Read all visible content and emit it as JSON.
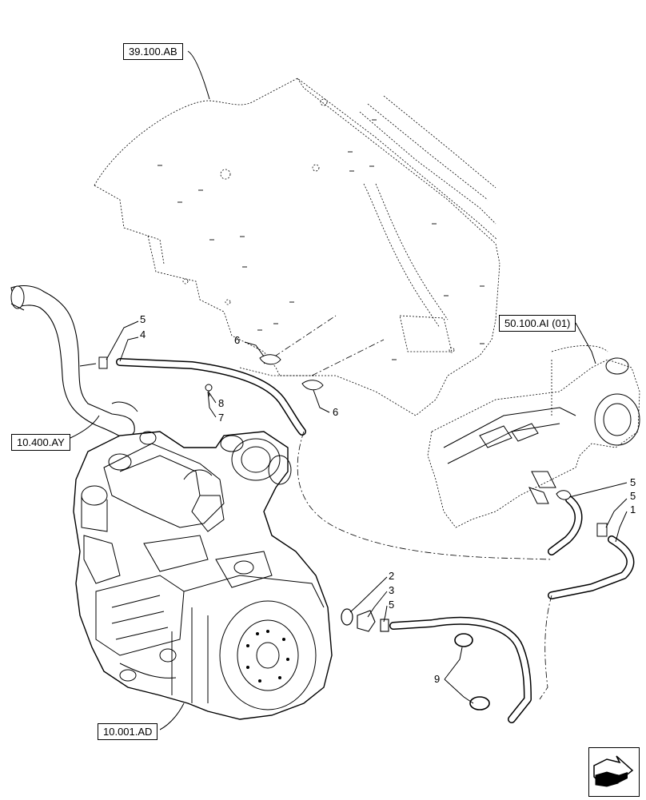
{
  "references": {
    "cab_frame": "39.100.AB",
    "transmission": "50.100.AI (01)",
    "exhaust_pipe": "10.400.AY",
    "engine": "10.001.AD"
  },
  "callouts": {
    "c1": "1",
    "c2": "2",
    "c3": "3",
    "c4": "4",
    "c5a": "5",
    "c5b": "5",
    "c5c": "5",
    "c5d": "5",
    "c6a": "6",
    "c6b": "6",
    "c7": "7",
    "c8": "8",
    "c9": "9"
  },
  "icons": {
    "nav": "next-page-arrow-icon"
  }
}
